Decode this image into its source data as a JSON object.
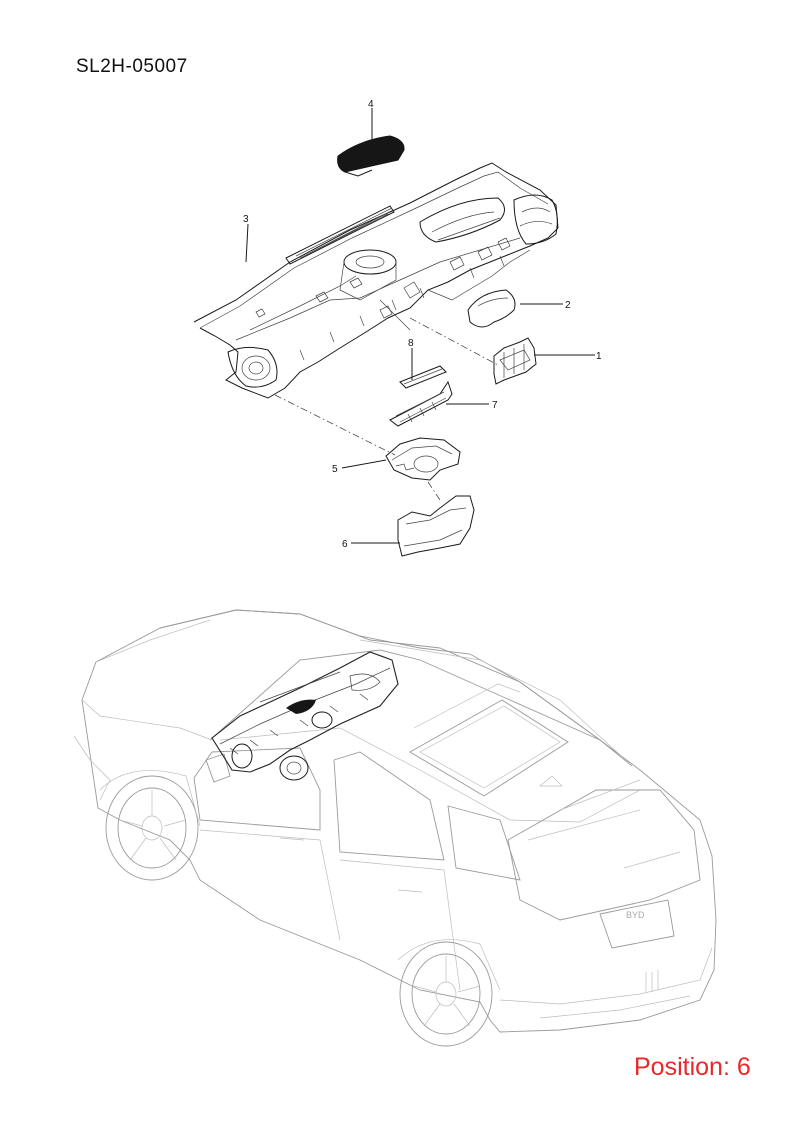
{
  "header": {
    "part_code": "SL2H-05007"
  },
  "callouts": [
    {
      "id": "c1",
      "label": "1"
    },
    {
      "id": "c2",
      "label": "2"
    },
    {
      "id": "c3",
      "label": "3"
    },
    {
      "id": "c4",
      "label": "4"
    },
    {
      "id": "c5",
      "label": "5"
    },
    {
      "id": "c6",
      "label": "6"
    },
    {
      "id": "c7",
      "label": "7"
    },
    {
      "id": "c8",
      "label": "8"
    }
  ],
  "footer": {
    "position_label": "Position: 6"
  },
  "colors": {
    "line": "#1a1a1a",
    "highlight": "#e8282a",
    "car_outline": "#9a9a9a"
  }
}
